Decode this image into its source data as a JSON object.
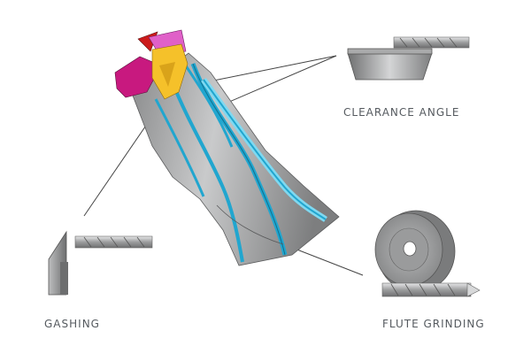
{
  "labels": {
    "clearance": "CLEARANCE ANGLE",
    "gashing": "GASHING",
    "flute": "FLUTE GRINDING"
  },
  "colors": {
    "body": "#9a9b9c",
    "body_dark": "#6f7071",
    "flute": "#21a6cf",
    "flute_light": "#7fd9f1",
    "gash_magenta": "#c8197f",
    "gash_pink": "#e060c8",
    "gash_red": "#cc1b1b",
    "gash_yellow": "#f5c12a",
    "leader": "#444444",
    "text": "#555a5f"
  },
  "icons": [
    "end-mill-tool",
    "clearance-wheel-icon",
    "gashing-wheel-icon",
    "flute-grinding-wheel-icon"
  ]
}
